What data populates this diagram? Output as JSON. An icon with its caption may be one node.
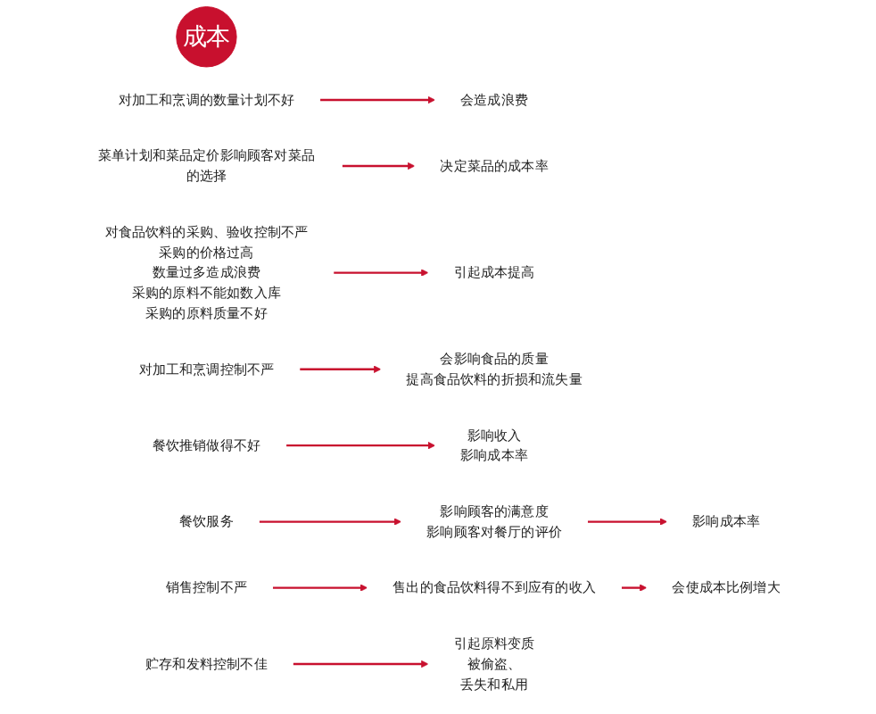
{
  "diagram": {
    "nodes": [
      {
        "text": [
          "成本"
        ]
      },
      {
        "text": [
          "对加工和烹调的数量计划不好"
        ]
      },
      {
        "text": [
          "会造成浪费"
        ]
      },
      {
        "text": [
          "菜单计划和菜品定价影响顾客对菜品的选择"
        ]
      },
      {
        "text": [
          "决定菜品的成本率"
        ]
      },
      {
        "text": [
          "对食品饮料的采购、验收控制不严",
          "采购的价格过高",
          "数量过多造成浪费",
          "采购的原料不能如数入库",
          "采购的原料质量不好"
        ]
      },
      {
        "text": [
          "引起成本提高"
        ]
      },
      {
        "text": [
          "对加工和烹调控制不严"
        ]
      },
      {
        "text": [
          "会影响食品的质量",
          "提高食品饮料的折损和流失量"
        ]
      },
      {
        "text": [
          "餐饮推销做得不好"
        ]
      },
      {
        "text": [
          "影响收入",
          "影响成本率"
        ]
      },
      {
        "text": [
          "餐饮服务"
        ]
      },
      {
        "text": [
          "影响顾客的满意度",
          "影响顾客对餐厅的评价"
        ]
      },
      {
        "text": [
          "影响成本率"
        ]
      },
      {
        "text": [
          "销售控制不严"
        ]
      },
      {
        "text": [
          "售出的食品饮料得不到应有的收入"
        ]
      },
      {
        "text": [
          "会使成本比例增大"
        ]
      },
      {
        "text": [
          "贮存和发料控制不佳"
        ]
      },
      {
        "text": [
          "引起原料变质",
          "被偷盗、",
          "丢失和私用"
        ]
      }
    ],
    "edges": [
      {
        "from": 1,
        "to": 2,
        "arrow": "to"
      },
      {
        "from": 3,
        "to": 4,
        "arrow": "to"
      },
      {
        "from": 5,
        "to": 6,
        "arrow": "to"
      },
      {
        "from": 7,
        "to": 8,
        "arrow": "to"
      },
      {
        "from": 9,
        "to": 10,
        "arrow": "to"
      },
      {
        "from": 11,
        "to": 12,
        "arrow": "to"
      },
      {
        "from": 12,
        "to": 13,
        "arrow": "to"
      },
      {
        "from": 14,
        "to": 15,
        "arrow": "to"
      },
      {
        "from": 15,
        "to": 16,
        "arrow": "to"
      },
      {
        "from": 17,
        "to": 18,
        "arrow": "to"
      }
    ]
  }
}
